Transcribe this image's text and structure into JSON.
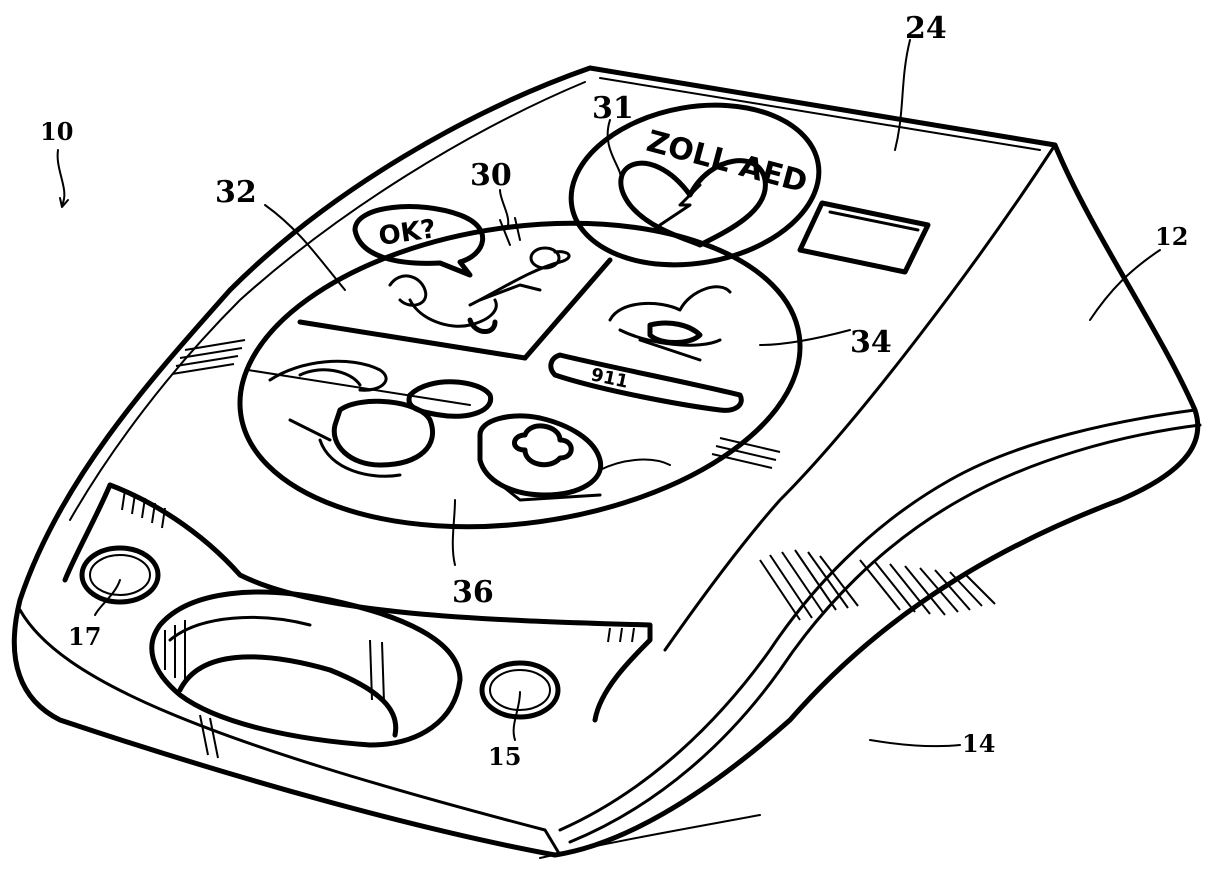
{
  "figure": {
    "reference_numerals": {
      "device": "10",
      "housing_side": "12",
      "base": "14",
      "button_right": "15",
      "button_left": "17",
      "top_surface": "24",
      "panel_step_one": "30",
      "logo_panel": "31",
      "panel_check": "32",
      "panel_call": "34",
      "panel_pads": "36"
    },
    "panel_text": {
      "speech_bubble": "OK?",
      "logo": "ZOLL AED",
      "phone_number": "911"
    },
    "colors": {
      "ink": "#000000",
      "paper": "#ffffff"
    }
  }
}
